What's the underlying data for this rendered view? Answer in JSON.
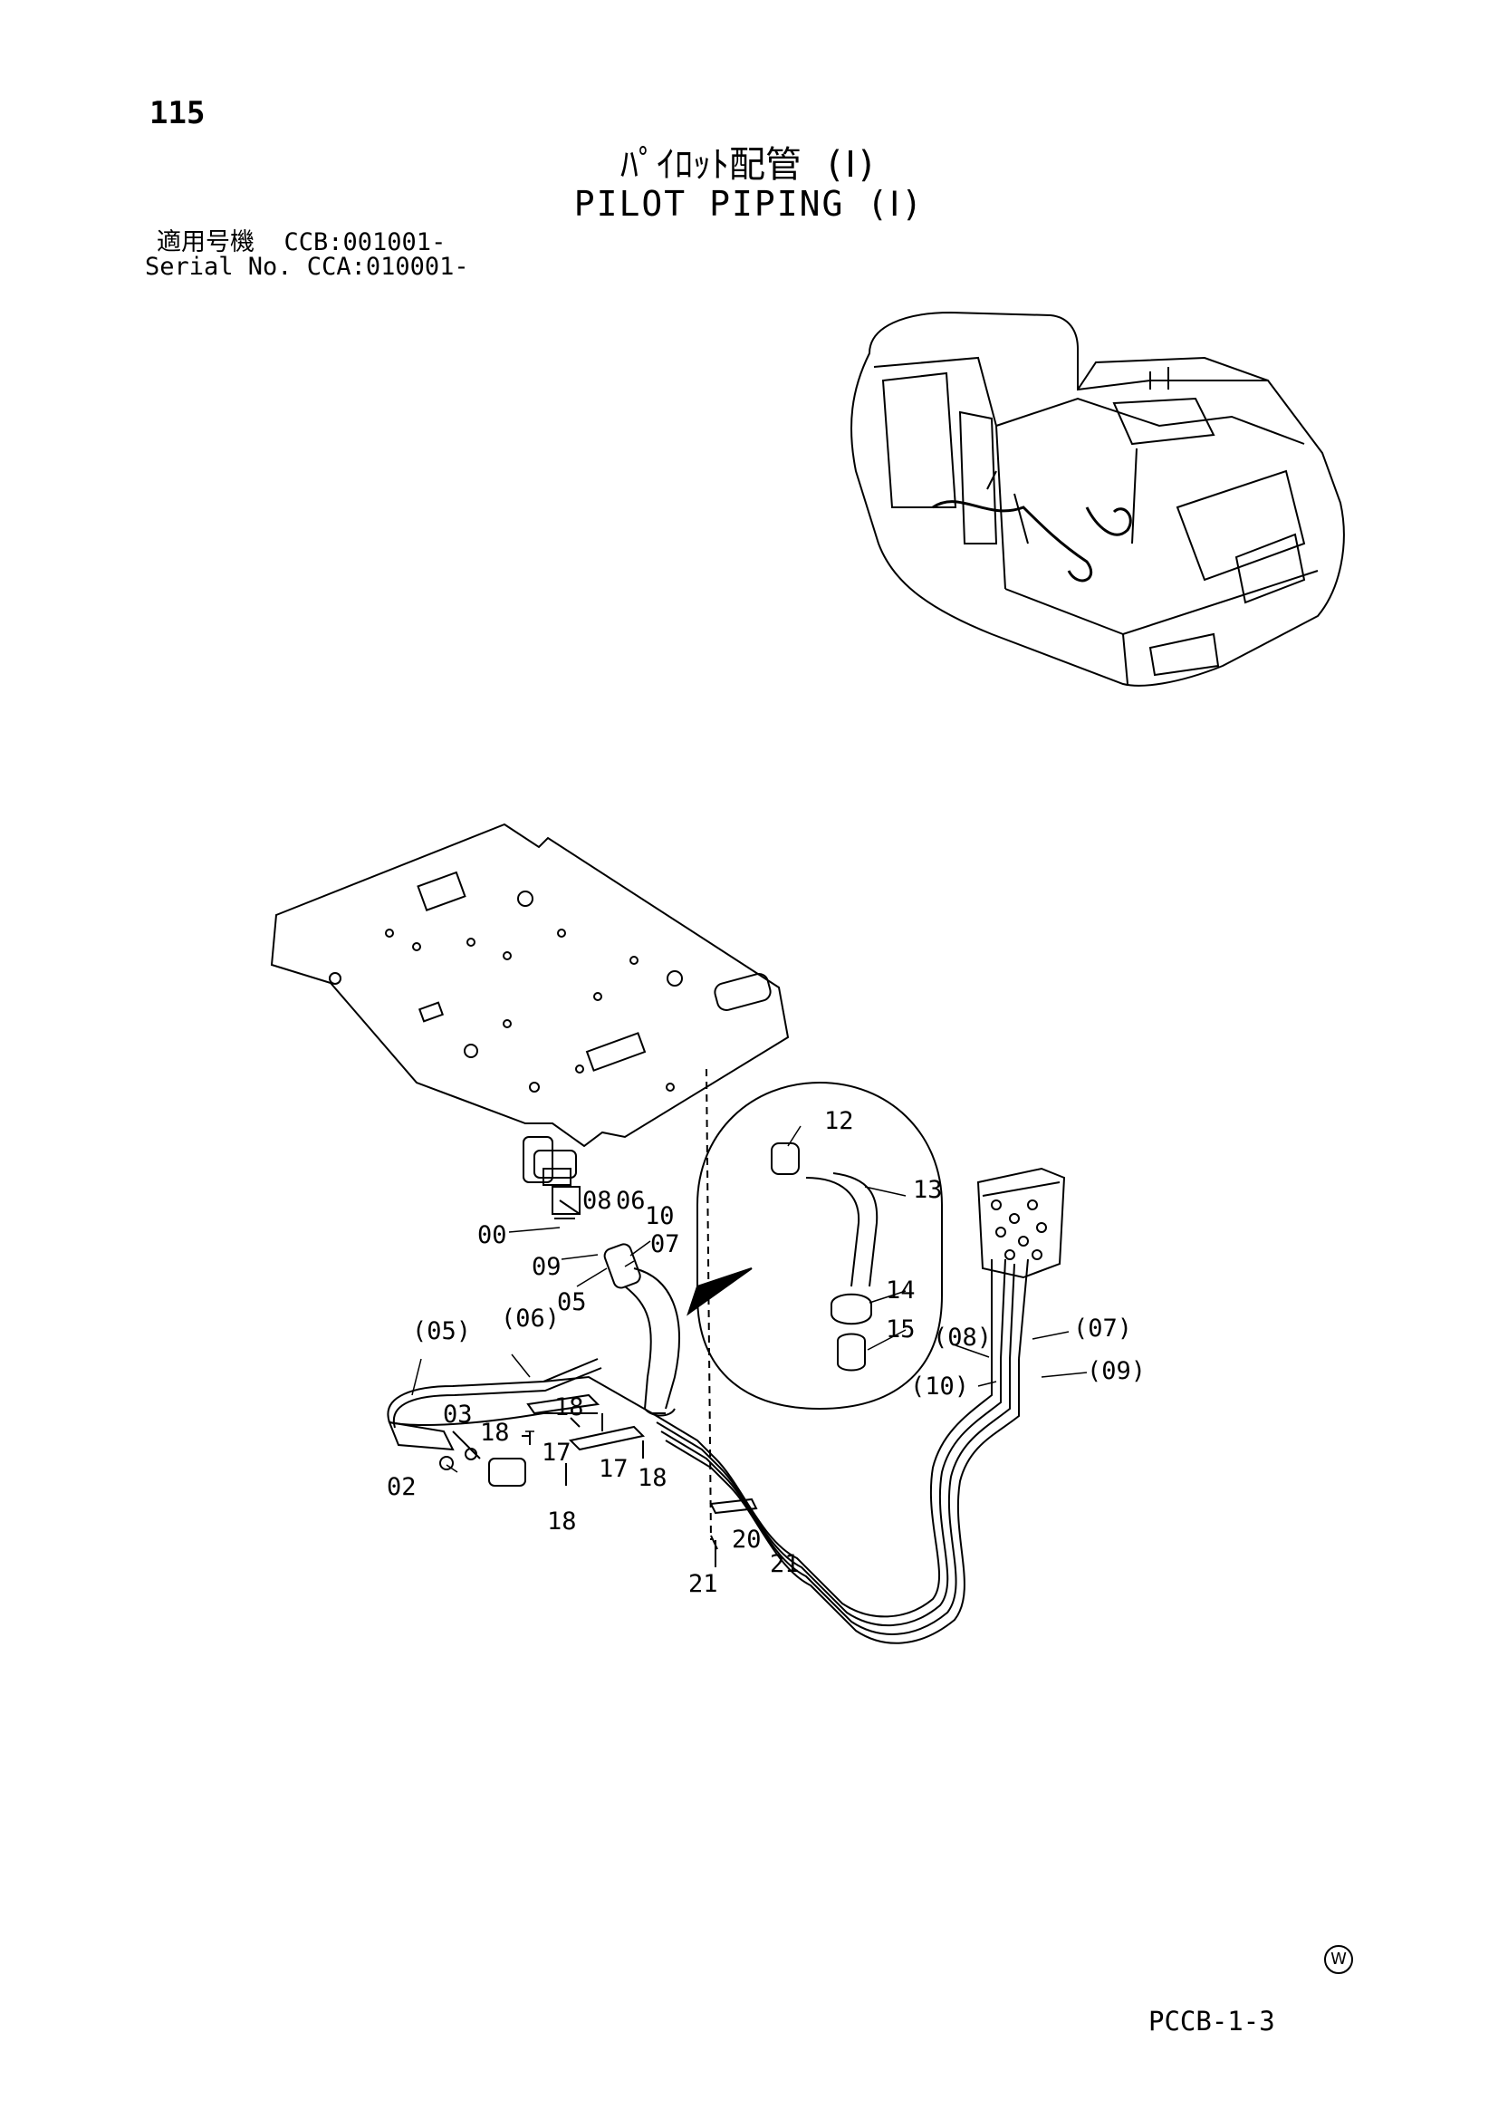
{
  "header": {
    "page_number": "115",
    "title_jp": "ﾊﾟｲﾛｯﾄ配管 (Ⅰ)",
    "title_en": "PILOT PIPING (Ⅰ)",
    "serial_jp": "適用号機  CCB:001001-",
    "serial_en": "Serial No. CCA:010001-"
  },
  "callouts": [
    "00",
    "02",
    "03",
    "05",
    "06",
    "08",
    "09",
    "10",
    "07",
    "12",
    "13",
    "14",
    "15",
    "17",
    "18",
    "20",
    "21"
  ],
  "callouts_paren": [
    "(05)",
    "(06)",
    "(08)",
    "(07)",
    "(10)",
    "(09)"
  ],
  "footer": {
    "code": "PCCB-1-3",
    "mark": "W"
  }
}
